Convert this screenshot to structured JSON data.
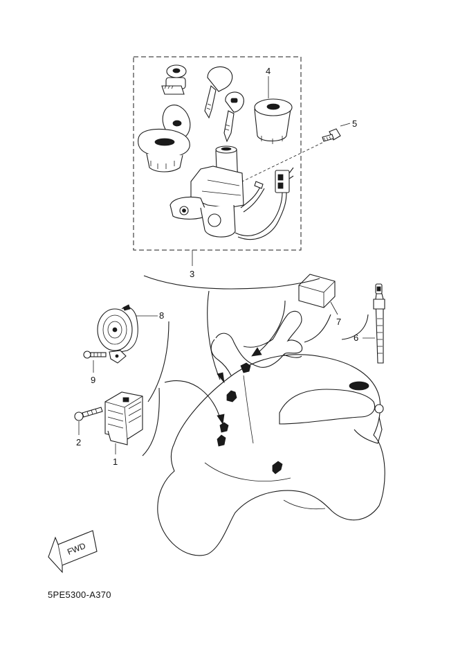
{
  "diagram": {
    "callouts": [
      "1",
      "2",
      "3",
      "4",
      "5",
      "6",
      "7",
      "8",
      "9"
    ],
    "fwd_label": "FWD",
    "code": "5PE5300-A370"
  }
}
